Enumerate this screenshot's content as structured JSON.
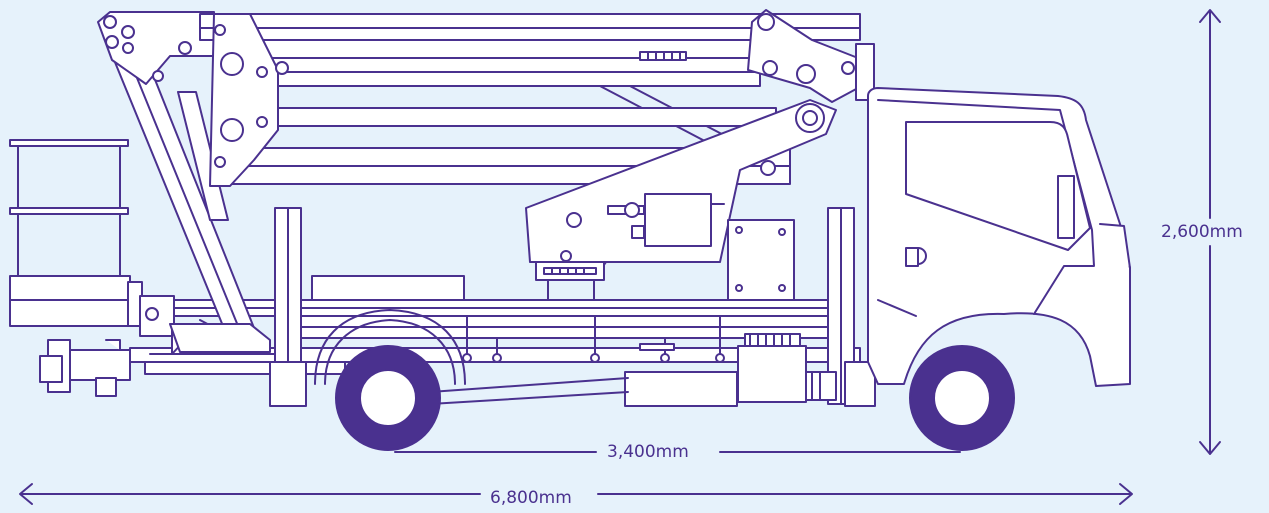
{
  "colors": {
    "background": "#e6f2fb",
    "line": "#4a318f",
    "wheel": "#4a318f",
    "fill": "#ffffff"
  },
  "dimensions": {
    "overall_length": "6,800mm",
    "wheelbase": "3,400mm",
    "height": "2,600mm"
  },
  "icons": {
    "truck": "boom-lift-truck-icon",
    "arrow_left": "arrow-left-icon",
    "arrow_right": "arrow-right-icon",
    "arrow_up": "arrow-up-icon",
    "arrow_down": "arrow-down-icon"
  }
}
